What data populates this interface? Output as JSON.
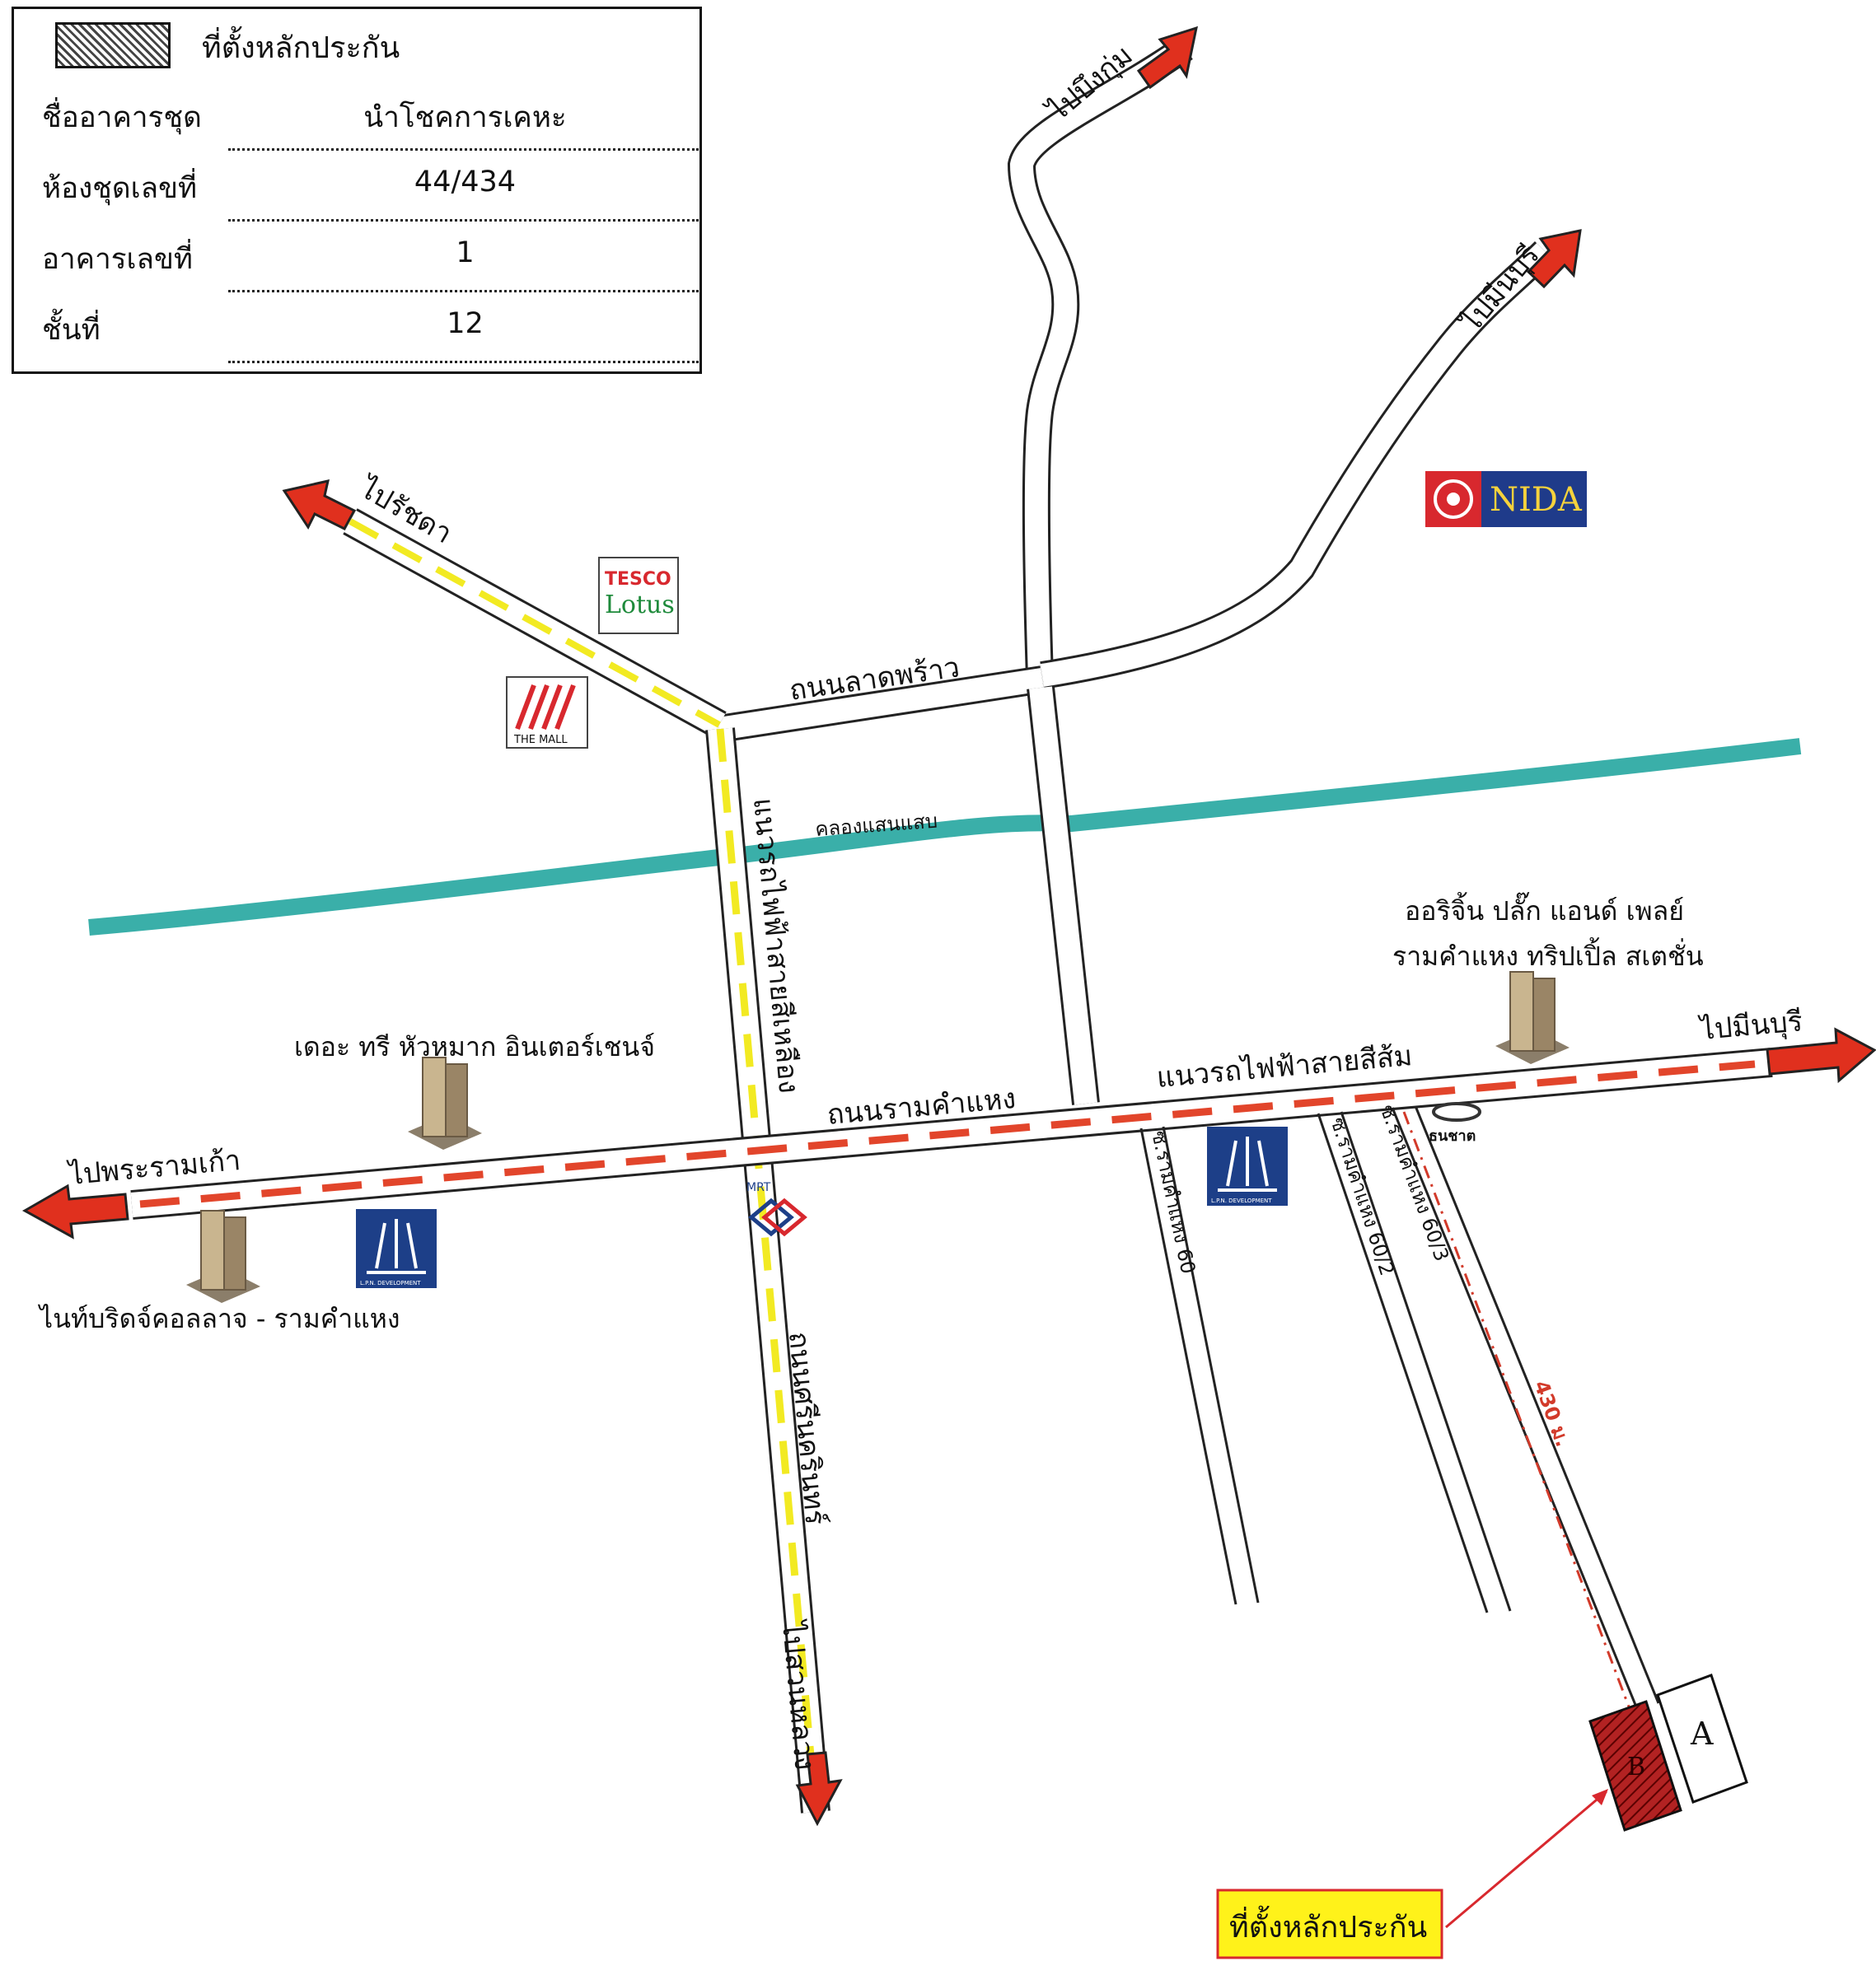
{
  "legend": {
    "key_label": "ที่ตั้งหลักประกัน",
    "rows": [
      {
        "label": "ชื่ออาคารชุด",
        "value": "นำโชคการเคหะ"
      },
      {
        "label": "ห้องชุดเลขที่",
        "value": "44/434"
      },
      {
        "label": "อาคารเลขที่",
        "value": "1"
      },
      {
        "label": "ชั้นที่",
        "value": "12"
      }
    ]
  },
  "directions": {
    "bueng_kum": "ไปบึงกุ่ม",
    "min_buri_top": "ไปมีนบุรี",
    "ratchada": "ไปรัชดา",
    "min_buri_right": "ไปมีนบุรี",
    "phra_ram_9": "ไปพระรามเก้า",
    "sapan_sung": "ไปสวนหลวง"
  },
  "roads": {
    "ladprao": "ถนนลาดพร้าว",
    "ramkhamhaeng": "ถนนรามคำแหง",
    "srinakarin": "ถนนศรีนครินทร์",
    "canal": "คลองแสนแสบ",
    "yellow_line": "แนวรถไฟฟ้าสายสีเหลือง",
    "orange_line": "แนวรถไฟฟ้าสายสีส้ม",
    "soi_60": "ซ.รามคำแหง 60",
    "soi_60_2": "ซ.รามคำแหง 60/2",
    "soi_60_3": "ซ.รามคำแหง 60/3",
    "distance": "430 ม."
  },
  "landmarks": {
    "nida": "NIDA",
    "tesco_top": "TESCO",
    "tesco_bottom": "Lotus",
    "the_mall": "THE MALL",
    "mrt": "MRT",
    "thanachart": "ธนชาต",
    "origin_line1": "ออริจิ้น ปลั๊ก แอนด์ เพลย์",
    "origin_line2": "รามคำแหง ทริปเปิ้ล สเตชั่น",
    "the_tree": "เดอะ ทรี หัวหมาก อินเตอร์เชนจ์",
    "nightbridge": "ไนท์บริดจ์คอลลาจ - รามคำแหง",
    "lpn": "L.P.N. DEVELOPMENT"
  },
  "buildings": {
    "a": "A",
    "b": "B"
  },
  "callout": "ที่ตั้งหลักประกัน",
  "colors": {
    "canal": "#3aafa9",
    "yellow_line": "#f2ea22",
    "orange_line": "#e2452b",
    "arrow_red": "#e0301e",
    "nida_bg": "#1f3b8a",
    "lpn_bg": "#1d3f88",
    "callout_bg": "#fff21a",
    "site_red": "#b22222"
  }
}
